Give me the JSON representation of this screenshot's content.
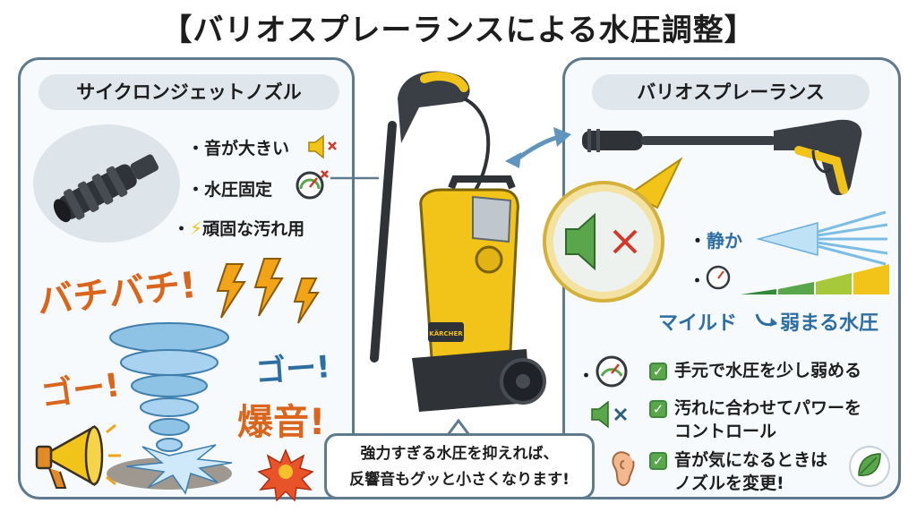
{
  "title": "【バリオスプレーランスによる水圧調整】",
  "left": {
    "header": "サイクロンジェットノズル",
    "bullets": [
      "音が大きい",
      "水圧固定",
      "頑固な汚れ用"
    ],
    "onomatopoeia": {
      "crackle": "バチバチ!",
      "roar_left": "ゴー!",
      "roar_right": "ゴー!",
      "explosion": "爆音!"
    }
  },
  "right": {
    "header": "バリオスプレーランス",
    "quiet": "静か",
    "mild": "マイルド",
    "weak_pressure": "弱まる水圧",
    "checks": [
      {
        "lines": [
          "手元で水圧を少し弱める"
        ]
      },
      {
        "lines": [
          "汚れに合わせてパワーを",
          "コントロール"
        ]
      },
      {
        "lines": [
          "音が気になるときは",
          "ノズルを変更!"
        ]
      }
    ]
  },
  "machine": {
    "brand": "KÄRCHER"
  },
  "callout": {
    "lines": [
      "強力すぎる水圧を抑えれば、",
      "反響音もグッと小さくなります!"
    ]
  },
  "colors": {
    "accent_yellow": "#f2c318",
    "outline": "#5f7a8c",
    "orange_text": "#d9661c",
    "blue_text": "#2d6ea3",
    "green": "#5aa64a",
    "red_x": "#d2382b"
  }
}
